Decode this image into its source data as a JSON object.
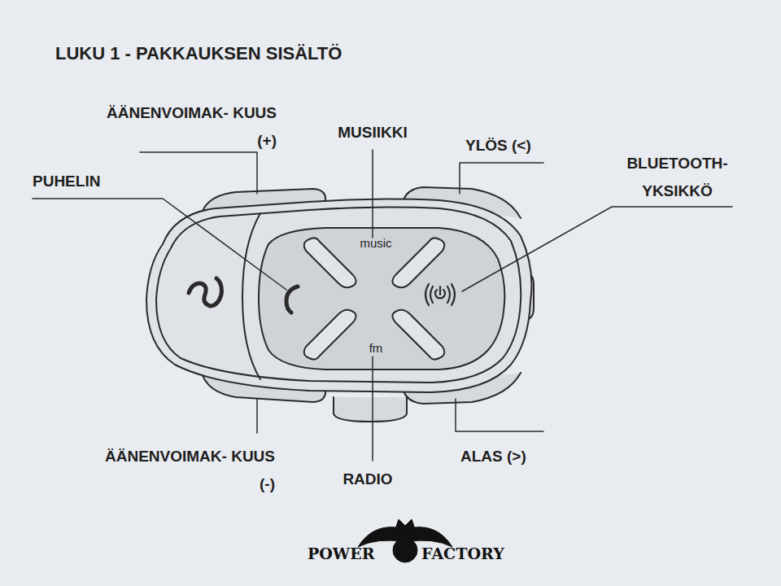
{
  "diagram": {
    "title": "LUKU 1 - PAKKAUKSEN SISÄLTÖ",
    "labels": [
      "ÄÄNENVOIMAK- KUUS (+)",
      "MUSIIKKI",
      "YLÖS (<)",
      "BLUETOOTH- YKSIKKÖ",
      "PUHELIN",
      "music",
      "fm",
      "ÄÄNENVOIMAK- KUUS (-)",
      "RADIO",
      "ALAS (>)",
      "POWER",
      "FACTORY"
    ]
  }
}
